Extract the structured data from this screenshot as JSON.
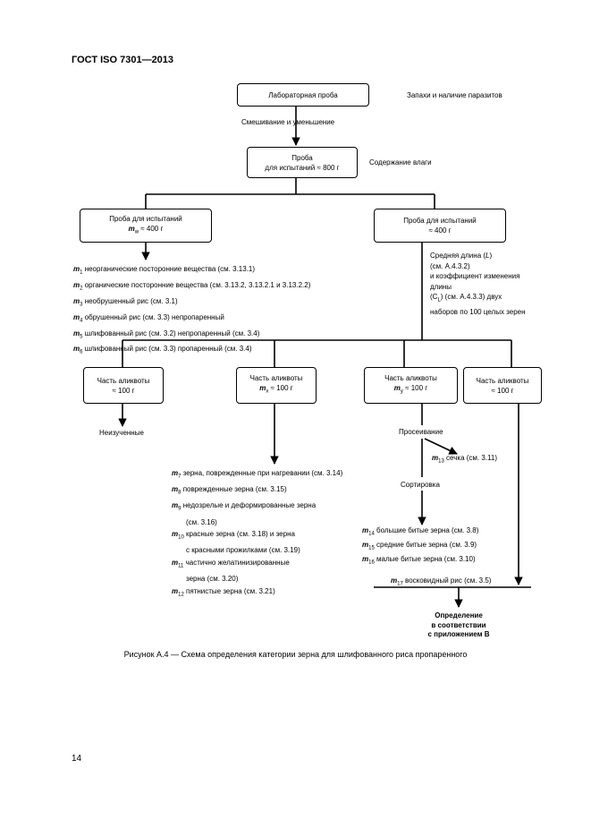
{
  "header": {
    "doc_id": "ГОСТ ISO 7301—2013"
  },
  "page_number": "14",
  "caption": "Рисунок А.4 — Схема определения категории зерна для шлифованного риса пропаренного",
  "nodes": {
    "lab_sample": "Лабораторная проба",
    "infestation": "Запахи и наличие паразитов",
    "mixing": "Смешивание и уменьшение",
    "test_sample_l1": "Проба",
    "test_sample_l2": "для испытаний ≈ 800 г",
    "moisture": "Содержание влаги",
    "left_sample_l1": "Проба для испытаний",
    "left_sample_m": "m",
    "left_sample_sub": "w",
    "left_sample_l2": " ≈ 400 г",
    "right_sample_l1": "Проба для испытаний",
    "right_sample_l2": "≈ 400 г",
    "aliquot1_l1": "Часть аликвоты",
    "aliquot1_l2": "≈ 100 г",
    "aliquot2_l1": "Часть аликвоты",
    "aliquot2_m": "m",
    "aliquot2_sub": "x",
    "aliquot2_l2": " ≈ 100 г",
    "aliquot3_l1": "Часть аликвоты",
    "aliquot3_m": "m",
    "aliquot3_sub": "y",
    "aliquot3_l2": " ≈ 100 г",
    "aliquot4_l1": "Часть аликвоты",
    "aliquot4_l2": "≈ 100 г",
    "not_studied": "Неизученные",
    "sieving": "Просеивание",
    "sorting": "Сортировка",
    "determination_l1": "Определение",
    "determination_l2": "в соответствии",
    "determination_l3": "с приложением В"
  },
  "left_list": [
    {
      "sub": "1",
      "text": " неорганические посторонние вещества (см. 3.13.1)"
    },
    {
      "sub": "2",
      "text": " органические посторонние вещества (см. 3.13.2, 3.13.2.1 и 3.13.2.2)"
    },
    {
      "sub": "3",
      "text": " необрушенный рис (см. 3.1)"
    },
    {
      "sub": "4",
      "text": " обрушенный рис (см. 3.3) непропаренный"
    },
    {
      "sub": "5",
      "text": " шлифованный рис (см. 3.2) непропаренный (см. 3.4)"
    },
    {
      "sub": "6",
      "text": " шлифованный рис (см. 3.3) пропаренный (см. 3.4)"
    }
  ],
  "right_text": {
    "l1": "Средняя длина (",
    "l1_sym": "L",
    "l1_end": ")",
    "l2": "(см. А.4.3.2)",
    "l3": "и коэффициент изменения",
    "l4": "длины",
    "l5_a": "(C",
    "l5_sub": "L",
    "l5_b": ") (см. А.4.3.3) двух",
    "l6": "наборов по 100 целых зерен"
  },
  "middle_list": [
    {
      "sub": "7",
      "text": " зерна, поврежденные при нагревании (см. 3.14)"
    },
    {
      "sub": "8",
      "text": " поврежденные зерна (см. 3.15)"
    },
    {
      "sub": "9",
      "text": " недозрелые и деформированные зерна"
    },
    {
      "sub": "",
      "text": "(см. 3.16)"
    },
    {
      "sub": "10",
      "text": " красные зерна (см. 3.18) и зерна"
    },
    {
      "sub": "",
      "text": "с красными прожилками (см. 3.19)"
    },
    {
      "sub": "11",
      "text": " частично желатинизированные"
    },
    {
      "sub": "",
      "text": "зерна (см. 3.20)"
    },
    {
      "sub": "12",
      "text": " пятнистые зерна (см. 3.21)"
    }
  ],
  "brewers": {
    "sub": "13",
    "text": " сечка (см. 3.11)"
  },
  "broken_list": [
    {
      "sub": "14",
      "text": " большие битые зерна (см. 3.8)"
    },
    {
      "sub": "15",
      "text": " средние битые зерна (см. 3.9)"
    },
    {
      "sub": "16",
      "text": " малые битые зерна (см. 3.10)"
    }
  ],
  "glutinous": {
    "sub": "17",
    "text": " восковидный рис (см. 3.5)"
  },
  "symbol_m": "m"
}
